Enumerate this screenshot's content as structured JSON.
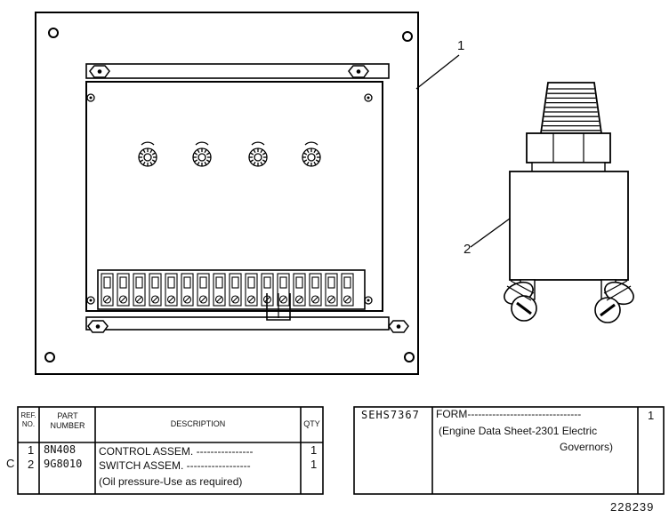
{
  "callouts": {
    "control": "1",
    "switch": "2"
  },
  "parts_table": {
    "headers": {
      "ref_no": "REF. NO.",
      "part_number": "PART NUMBER",
      "description": "DESCRIPTION",
      "qty": "QTY"
    },
    "change_marker": "C",
    "rows": [
      {
        "ref": "1",
        "part": "8N408",
        "description": "CONTROL ASSEM. ----------------",
        "qty": "1"
      },
      {
        "ref": "2",
        "part": "9G8010",
        "description": "SWITCH ASSEM. ------------------",
        "qty": "1"
      }
    ],
    "note": "(Oil pressure-Use as required)"
  },
  "form_table": {
    "form_number": "SEHS7367",
    "label": "FORM--------------------------------",
    "title_line1": "(Engine Data Sheet-2301 Electric",
    "title_line2": "Governors)",
    "qty": "1"
  },
  "illustration_number": "228239"
}
